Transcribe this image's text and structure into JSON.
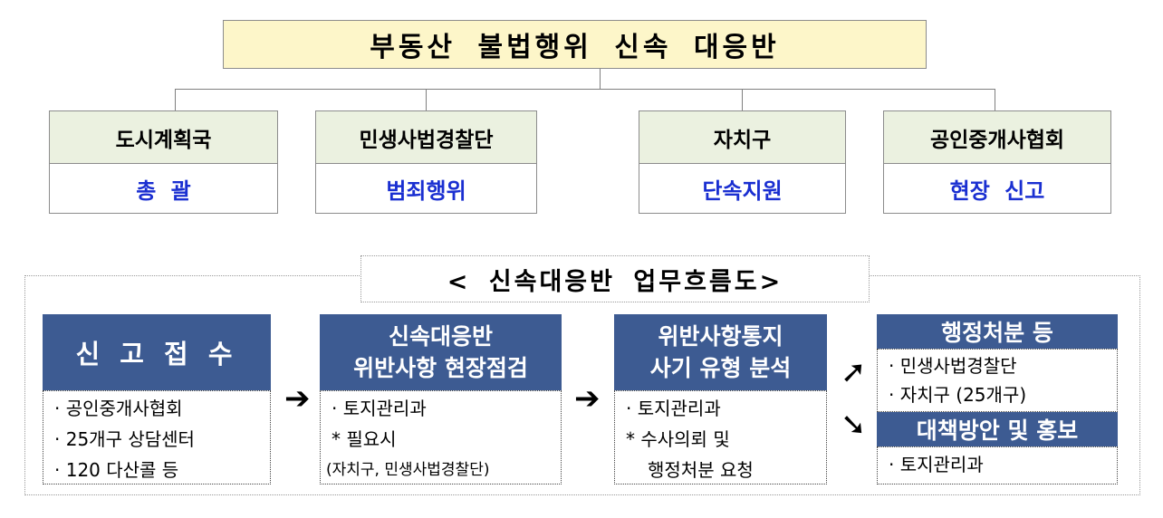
{
  "title": "부동산 불법행위 신속 대응반",
  "organizations": [
    {
      "name": "도시계획국",
      "role": "총 괄"
    },
    {
      "name": "민생사법경찰단",
      "role": "범죄행위"
    },
    {
      "name": "자치구",
      "role": "단속지원"
    },
    {
      "name": "공인중개사협회",
      "role": "현장 신고"
    }
  ],
  "flow": {
    "title": "< 신속대응반 업무흐름도>",
    "steps": [
      {
        "header": [
          "신 고 접 수"
        ],
        "items": [
          "· 공인중개사협회",
          "· 25개구 상담센터",
          "· 120 다산콜 등"
        ]
      },
      {
        "header": [
          "신속대응반",
          "위반사항 현장점검"
        ],
        "items": [
          "· 토지관리과",
          "* 필요시",
          "(자치구, 민생사법경찰단)"
        ]
      },
      {
        "header": [
          "위반사항통지",
          "사기 유형 분석"
        ],
        "items": [
          "· 토지관리과",
          "* 수사의뢰 및",
          "행정처분 요청"
        ]
      }
    ],
    "outcomes": [
      {
        "header": "행정처분 등",
        "items": [
          "· 민생사법경찰단",
          "· 자치구 (25개구)"
        ]
      },
      {
        "header": "대책방안 및 홍보",
        "items": [
          "· 토지관리과"
        ]
      }
    ],
    "arrows": {
      "right": "➔",
      "up_right": "➚",
      "down_right": "➘"
    }
  }
}
